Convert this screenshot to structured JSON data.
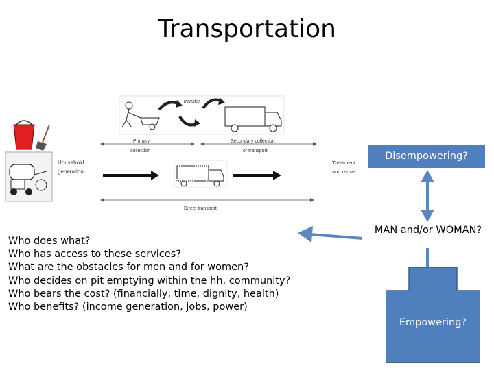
{
  "slide": {
    "title": "Transportation"
  },
  "figure": {
    "top_label": "transfer",
    "household_label_1": "Household",
    "household_label_2": "generation",
    "primary_label_1": "Primary",
    "primary_label_2": "collection",
    "secondary_label_1": "Secondary collection",
    "secondary_label_2": "or transport",
    "treatment_label_1": "Treatment",
    "treatment_label_2": "and reuse",
    "direct_label": "Direct transport"
  },
  "questions": [
    "Who does what?",
    "Who has access to these services?",
    "What are the obstacles for men and for women?",
    "Who decides on pit emptying within the hh, community?",
    "Who bears the cost? (financially, time, dignity, health)",
    "Who benefits? (income generation, jobs, power)"
  ],
  "nodes": {
    "disempowering": "Disempowering?",
    "man_woman": "MAN and/or WOMAN?",
    "empowering": "Empowering?"
  },
  "colors": {
    "box_fill": "#4f7fbd",
    "box_border": "#3a5f8f",
    "arrow": "#5b86c0"
  }
}
